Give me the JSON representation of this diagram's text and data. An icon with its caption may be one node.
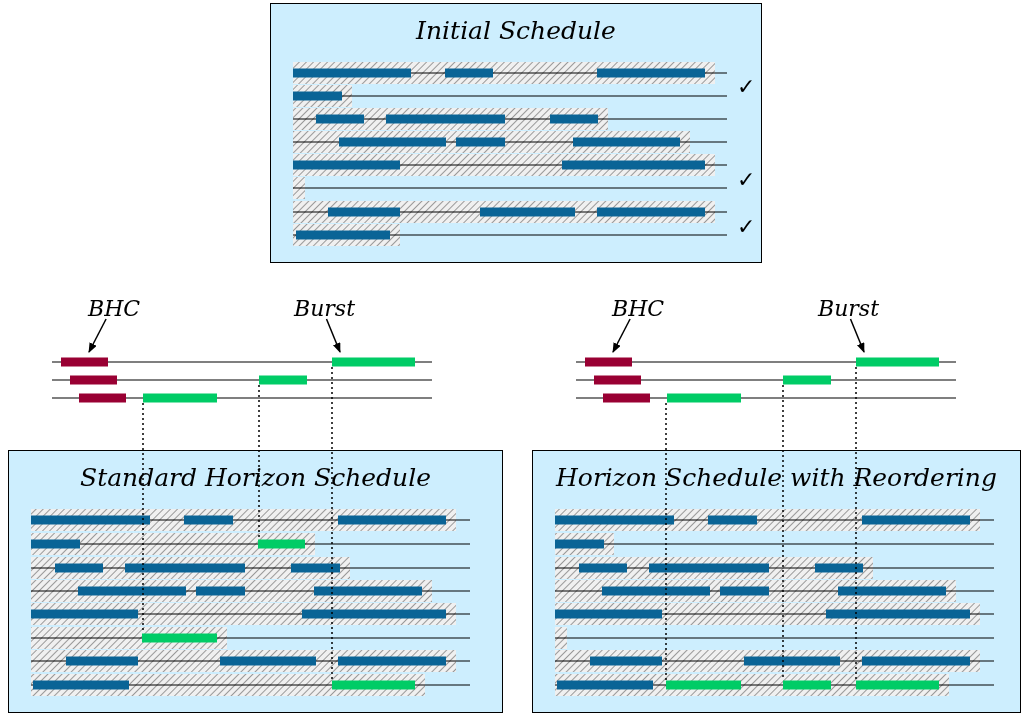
{
  "diagram": {
    "nodes": [
      {
        "text": [
          "Initial Schedule"
        ]
      },
      {
        "text": [
          "BHC"
        ]
      },
      {
        "text": [
          "Burst"
        ]
      },
      {
        "text": [
          "BHC"
        ]
      },
      {
        "text": [
          "Burst"
        ]
      },
      {
        "text": [
          "Standard Horizon Schedule"
        ]
      },
      {
        "text": [
          "Horizon Schedule with Reordering"
        ]
      }
    ],
    "edges": [
      {
        "from": 1,
        "to": null,
        "arrow": "to"
      },
      {
        "from": 2,
        "to": null,
        "arrow": "to"
      },
      {
        "from": 3,
        "to": null,
        "arrow": "to"
      },
      {
        "from": 4,
        "to": null,
        "arrow": "to"
      }
    ],
    "labels": [
      "✓",
      "✓",
      "✓"
    ]
  }
}
